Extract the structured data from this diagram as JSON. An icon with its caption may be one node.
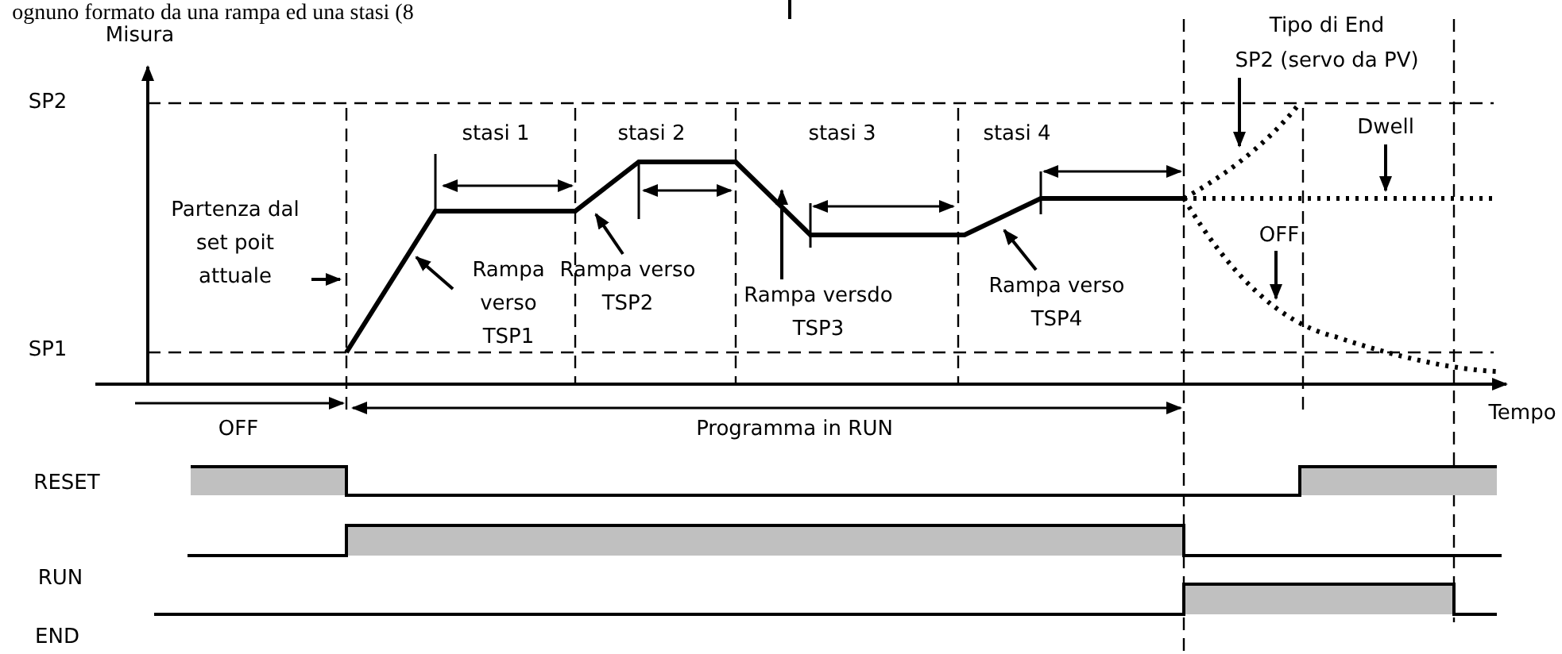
{
  "diagram": {
    "nodes": [
      {
        "text": [
          "Partenza dal set poit attuale"
        ]
      },
      {
        "text": [
          "Rampa verso TSP1"
        ]
      },
      {
        "text": [
          "Rampa verso TSP2"
        ]
      },
      {
        "text": [
          "Rampa versdo TSP3"
        ]
      },
      {
        "text": [
          "Rampa verso TSP4"
        ]
      },
      {
        "text": [
          "SP2 (servo da PV)"
        ]
      },
      {
        "text": [
          "Dwell"
        ]
      },
      {
        "text": [
          "OFF"
        ]
      }
    ],
    "edges": [
      {
        "from": 0,
        "to": null,
        "arrow": "to"
      },
      {
        "from": 1,
        "to": null,
        "arrow": "to"
      },
      {
        "from": 2,
        "to": null,
        "arrow": "to"
      },
      {
        "from": 3,
        "to": null,
        "arrow": "to"
      },
      {
        "from": 4,
        "to": null,
        "arrow": "to"
      },
      {
        "from": 5,
        "to": null,
        "arrow": "to"
      },
      {
        "from": 6,
        "to": null,
        "arrow": "to"
      },
      {
        "from": 7,
        "to": null,
        "arrow": "to"
      }
    ],
    "labels": [
      "ognuno formato da una rampa ed una stasi (8",
      "Misura",
      "Tipo di End",
      "SP2",
      "stasi 1",
      "stasi 2",
      "stasi 3",
      "stasi 4",
      "SP1",
      "Tempo",
      "OFF",
      "Programma in RUN",
      "RESET",
      "RUN",
      "END"
    ]
  }
}
